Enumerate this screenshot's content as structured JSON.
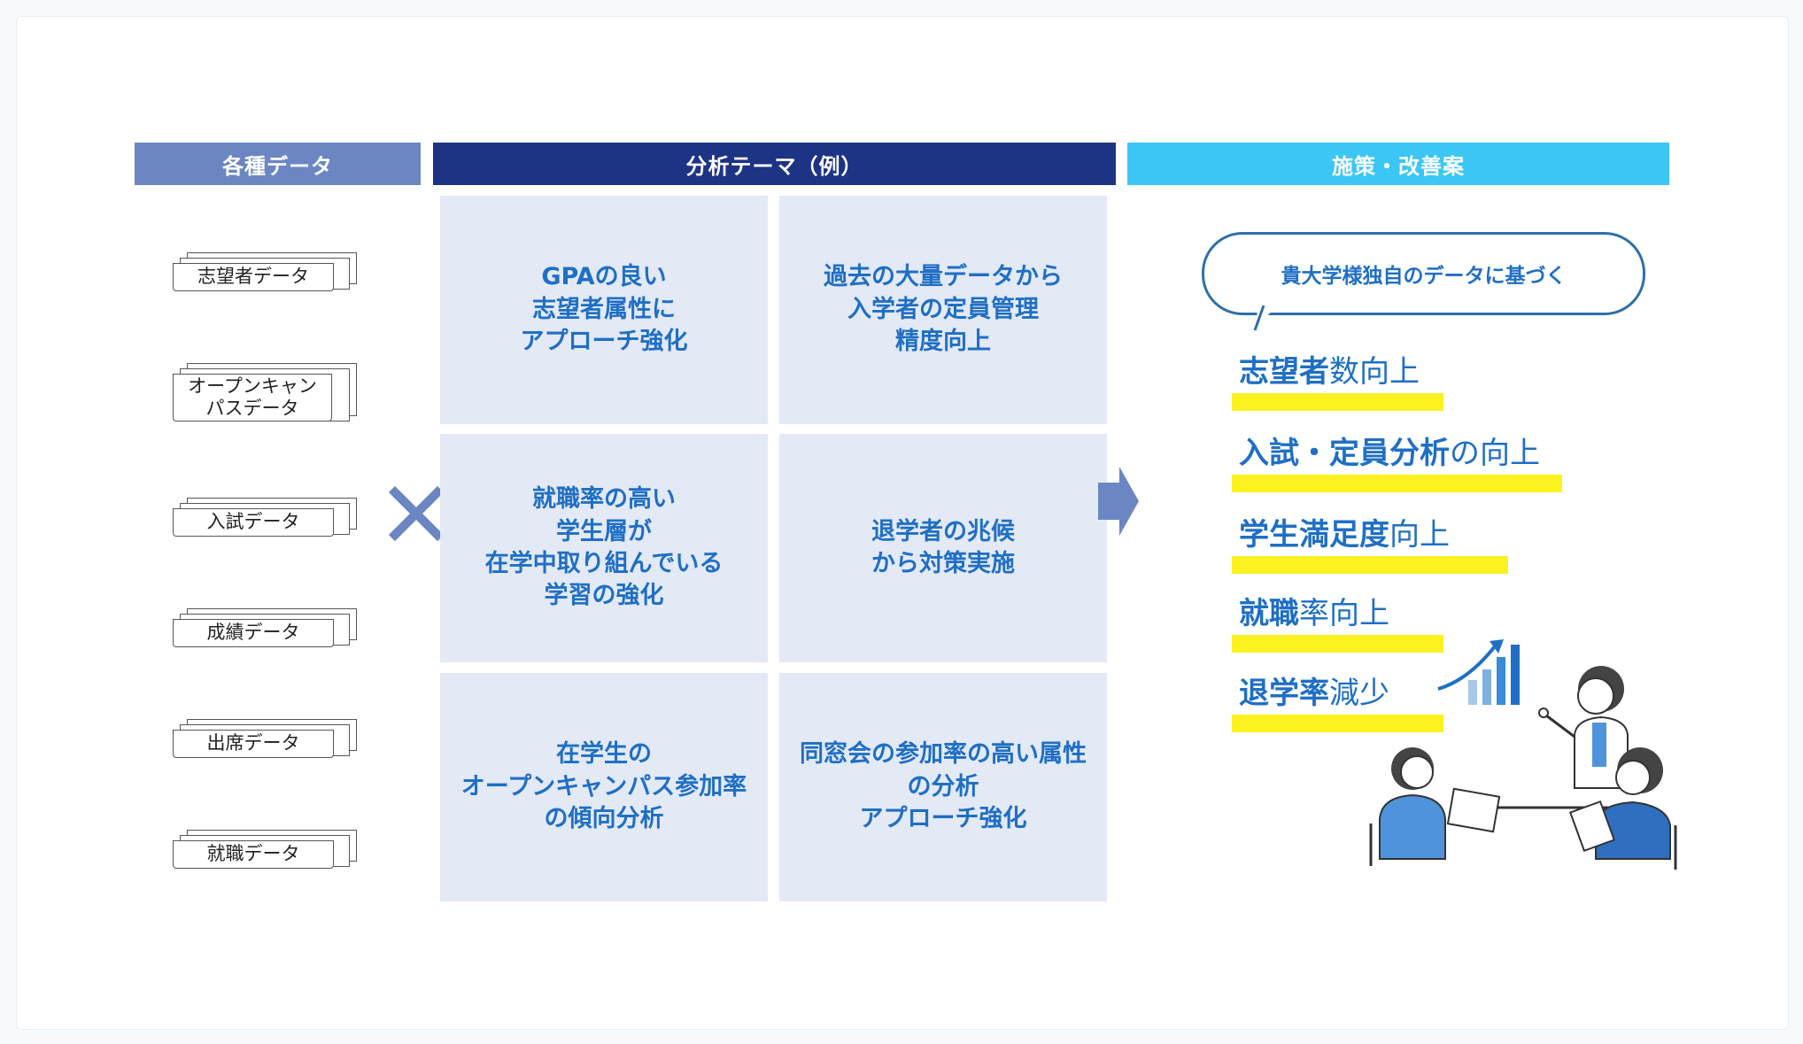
{
  "headers": {
    "data": "各種データ",
    "theme": "分析テーマ（例）",
    "measure": "施策・改善案"
  },
  "data_items": [
    {
      "label": "志望者データ"
    },
    {
      "label": "オープンキャンパスデータ"
    },
    {
      "label": "入試データ"
    },
    {
      "label": "成績データ"
    },
    {
      "label": "出席データ"
    },
    {
      "label": "就職データ"
    }
  ],
  "themes": [
    "GPAの良い\n志望者属性に\nアプローチ強化",
    "過去の大量データから\n入学者の定員管理\n精度向上",
    "就職率の高い\n学生層が\n在学中取り組んでいる\n学習の強化",
    "退学者の兆候\nから対策実施",
    "在学生の\nオープンキャンパス参加率\nの傾向分析",
    "同窓会の参加率の高い属性\nの分析\nアプローチ強化"
  ],
  "bubble": "貴大学様独自のデータに基づく",
  "measures": [
    {
      "bold": "志望者",
      "rest": "数向上",
      "highlight": 0.39
    },
    {
      "bold": "入試・定員分析",
      "rest": "の向上",
      "highlight": 0.61
    },
    {
      "bold": "学生満足度",
      "rest": "向上",
      "highlight": 0.51
    },
    {
      "bold": "就職",
      "rest": "率向上",
      "highlight": 0.39
    },
    {
      "bold": "退学率",
      "rest": "減少",
      "highlight": 0.39
    }
  ],
  "colors": {
    "data_header": "#6b86c2",
    "theme_header": "#1d3384",
    "measure_header": "#3cc6f5",
    "cell_bg": "#e3e9f5",
    "text_blue": "#1f6fc4",
    "highlight": "#fbf21f"
  },
  "icons": {
    "cross": "cross-icon",
    "arrow": "arrow-right-icon",
    "illustration": "meeting-illustration"
  }
}
